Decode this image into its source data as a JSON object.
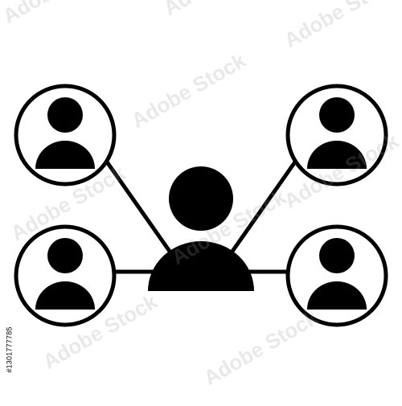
{
  "icon": {
    "name": "user-network-icon",
    "color": "#000000",
    "background": "#ffffff",
    "nodes": [
      {
        "name": "person-node-top-left"
      },
      {
        "name": "person-node-top-right"
      },
      {
        "name": "person-node-bottom-left"
      },
      {
        "name": "person-node-bottom-right"
      }
    ]
  },
  "watermark": {
    "brand": "Adobe Stock",
    "id_text": "#1301777785"
  }
}
